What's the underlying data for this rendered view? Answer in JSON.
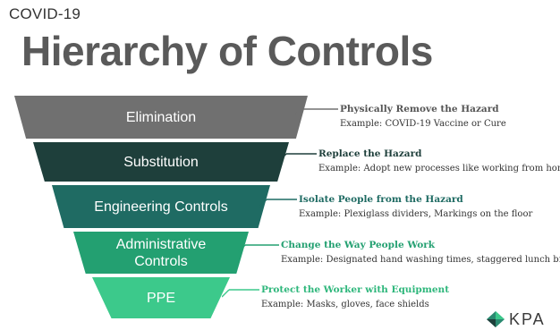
{
  "header": {
    "kicker": "COVID-19",
    "title": "Hierarchy of Controls"
  },
  "levels": [
    {
      "label_lines": [
        "Elimination"
      ],
      "heading": "Physically Remove the Hazard",
      "example": "Example: COVID-19 Vaccine or Cure",
      "color": "#707070",
      "heading_color": "#555555"
    },
    {
      "label_lines": [
        "Substitution"
      ],
      "heading": "Replace the Hazard",
      "example": "Example: Adopt new processes like working from home",
      "color": "#1e3f3b",
      "heading_color": "#1e3f3b"
    },
    {
      "label_lines": [
        "Engineering Controls"
      ],
      "heading": "Isolate People from the Hazard",
      "example": "Example: Plexiglass dividers, Markings on the floor",
      "color": "#1f6b63",
      "heading_color": "#1f6b63"
    },
    {
      "label_lines": [
        "Administrative",
        "Controls"
      ],
      "heading": "Change the Way People Work",
      "example": "Example: Designated hand washing times, staggered lunch breaks",
      "color": "#23a071",
      "heading_color": "#23a071"
    },
    {
      "label_lines": [
        "PPE"
      ],
      "heading": "Protect the Worker with Equipment",
      "example": "Example: Masks, gloves, face shields",
      "color": "#3cc98b",
      "heading_color": "#2fb77c"
    }
  ],
  "logo": {
    "text": "KPA",
    "icon": "kpa-diamond-logo-icon"
  }
}
